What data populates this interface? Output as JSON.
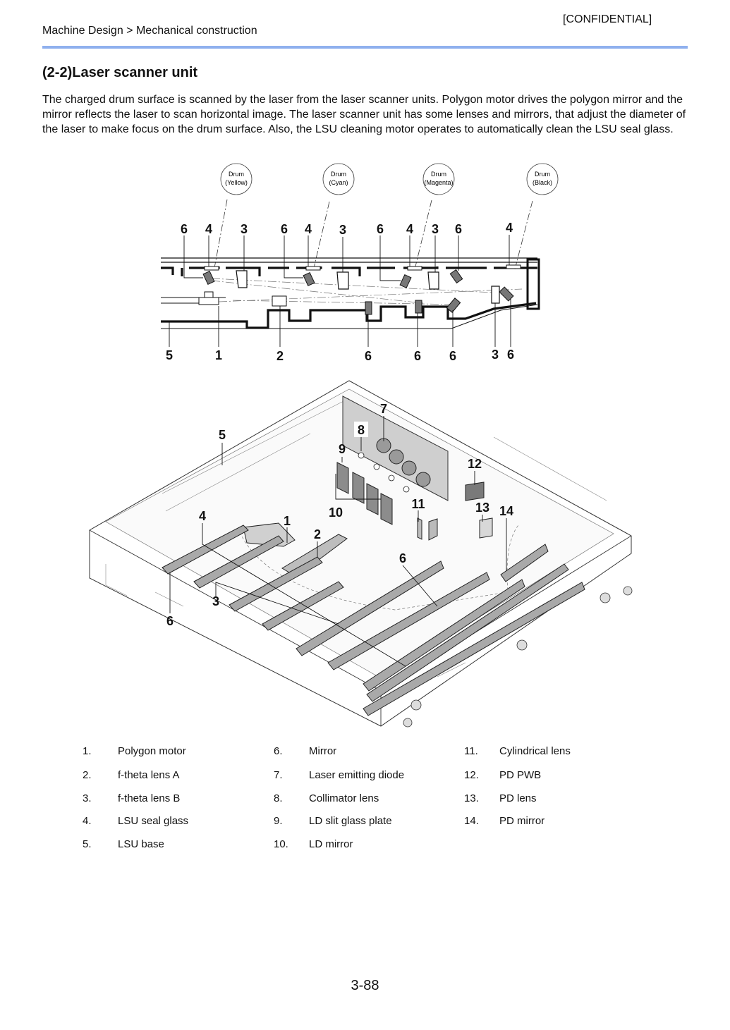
{
  "header": {
    "confidential": "[CONFIDENTIAL]",
    "breadcrumb": "Machine Design > Mechanical construction"
  },
  "section": {
    "title": "(2-2)Laser scanner unit",
    "intro": "The charged drum surface is scanned by the laser from the laser scanner units. Polygon motor drives the polygon mirror and the mirror reflects the laser to scan horizontal image. The laser scanner unit has some lenses and mirrors, that adjust the diameter of the laser to make focus on the drum surface. Also, the LSU cleaning motor operates to automatically clean the LSU seal glass."
  },
  "drums": [
    {
      "line1": "Drum",
      "line2": "(Yellow)"
    },
    {
      "line1": "Drum",
      "line2": "(Cyan)"
    },
    {
      "line1": "Drum",
      "line2": "(Magenta)"
    },
    {
      "line1": "Drum",
      "line2": "(Black)"
    }
  ],
  "cross_section_callouts": {
    "top": [
      "6",
      "4",
      "3",
      "6",
      "4",
      "3",
      "6",
      "4",
      "3",
      "6",
      "4"
    ],
    "bottom": [
      "5",
      "1",
      "2",
      "6",
      "6",
      "6",
      "3",
      "6"
    ]
  },
  "iso_callouts": [
    "7",
    "8",
    "9",
    "5",
    "12",
    "10",
    "11",
    "13",
    "14",
    "4",
    "1",
    "2",
    "6",
    "3",
    "6"
  ],
  "parts": [
    {
      "num": "1.",
      "label": "Polygon motor"
    },
    {
      "num": "2.",
      "label": "f-theta lens A"
    },
    {
      "num": "3.",
      "label": "f-theta lens B"
    },
    {
      "num": "4.",
      "label": "LSU seal glass"
    },
    {
      "num": "5.",
      "label": "LSU base"
    },
    {
      "num": "6.",
      "label": "Mirror"
    },
    {
      "num": "7.",
      "label": "Laser emitting diode"
    },
    {
      "num": "8.",
      "label": "Collimator lens"
    },
    {
      "num": "9.",
      "label": "LD slit glass plate"
    },
    {
      "num": "10.",
      "label": "LD mirror"
    },
    {
      "num": "11.",
      "label": "Cylindrical lens"
    },
    {
      "num": "12.",
      "label": "PD PWB"
    },
    {
      "num": "13.",
      "label": "PD lens"
    },
    {
      "num": "14.",
      "label": "PD mirror"
    }
  ],
  "footer": {
    "page_number": "3-88"
  }
}
